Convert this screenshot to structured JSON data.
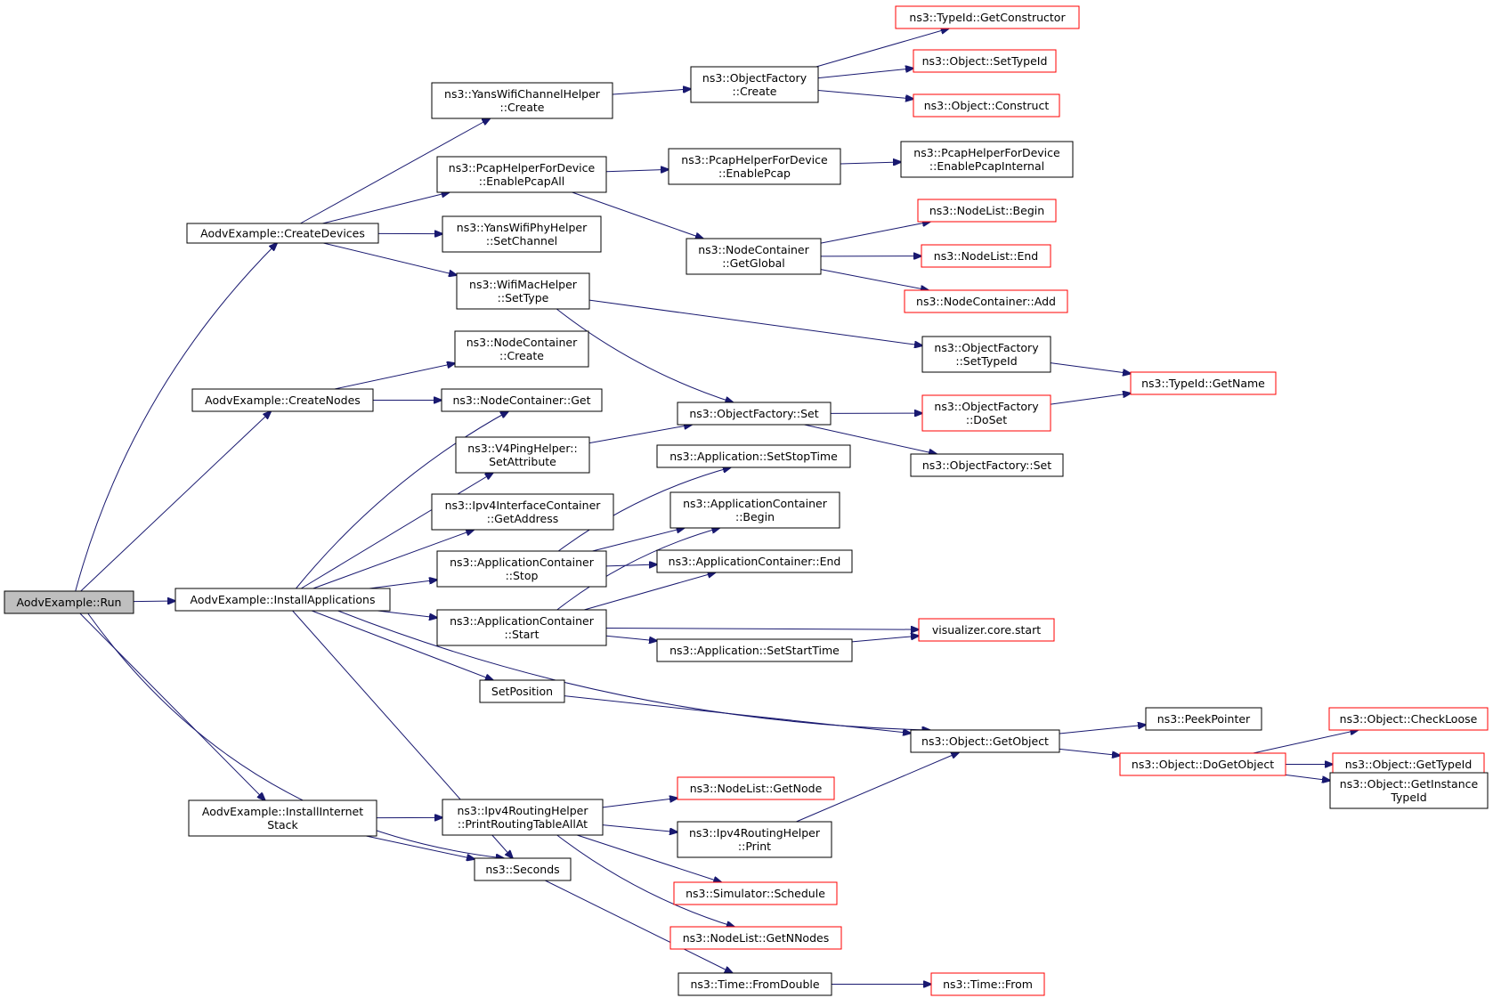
{
  "nodes": [
    {
      "id": "n_run",
      "lines": [
        "AodvExample::Run"
      ],
      "style": "root"
    },
    {
      "id": "n_createDevices",
      "lines": [
        "AodvExample::CreateDevices"
      ],
      "style": "black"
    },
    {
      "id": "n_createNodes",
      "lines": [
        "AodvExample::CreateNodes"
      ],
      "style": "black"
    },
    {
      "id": "n_installApps",
      "lines": [
        "AodvExample::InstallApplications"
      ],
      "style": "black"
    },
    {
      "id": "n_installStack",
      "lines": [
        "AodvExample::InstallInternet",
        "Stack"
      ],
      "style": "black"
    },
    {
      "id": "n_seconds",
      "lines": [
        "ns3::Seconds"
      ],
      "style": "black"
    },
    {
      "id": "n_yansChan",
      "lines": [
        "ns3::YansWifiChannelHelper",
        "::Create"
      ],
      "style": "black"
    },
    {
      "id": "n_pcapAll",
      "lines": [
        "ns3::PcapHelperForDevice",
        "::EnablePcapAll"
      ],
      "style": "black"
    },
    {
      "id": "n_yansPhy",
      "lines": [
        "ns3::YansWifiPhyHelper",
        "::SetChannel"
      ],
      "style": "black"
    },
    {
      "id": "n_wifiMac",
      "lines": [
        "ns3::WifiMacHelper",
        "::SetType"
      ],
      "style": "black"
    },
    {
      "id": "n_ofCreate",
      "lines": [
        "ns3::ObjectFactory",
        "::Create"
      ],
      "style": "black"
    },
    {
      "id": "n_getCtor",
      "lines": [
        "ns3::TypeId::GetConstructor"
      ],
      "style": "red"
    },
    {
      "id": "n_setTypeId",
      "lines": [
        "ns3::Object::SetTypeId"
      ],
      "style": "red"
    },
    {
      "id": "n_construct",
      "lines": [
        "ns3::Object::Construct"
      ],
      "style": "red"
    },
    {
      "id": "n_enablePcap",
      "lines": [
        "ns3::PcapHelperForDevice",
        "::EnablePcap"
      ],
      "style": "black"
    },
    {
      "id": "n_enablePcapInt",
      "lines": [
        "ns3::PcapHelperForDevice",
        "::EnablePcapInternal"
      ],
      "style": "black"
    },
    {
      "id": "n_getGlobal",
      "lines": [
        "ns3::NodeContainer",
        "::GetGlobal"
      ],
      "style": "black"
    },
    {
      "id": "n_nlBegin",
      "lines": [
        "ns3::NodeList::Begin"
      ],
      "style": "red"
    },
    {
      "id": "n_nlEnd",
      "lines": [
        "ns3::NodeList::End"
      ],
      "style": "red"
    },
    {
      "id": "n_ncAdd",
      "lines": [
        "ns3::NodeContainer::Add"
      ],
      "style": "red"
    },
    {
      "id": "n_ofSetTypeId",
      "lines": [
        "ns3::ObjectFactory",
        "::SetTypeId"
      ],
      "style": "black"
    },
    {
      "id": "n_getName",
      "lines": [
        "ns3::TypeId::GetName"
      ],
      "style": "red"
    },
    {
      "id": "n_ncCreate",
      "lines": [
        "ns3::NodeContainer",
        "::Create"
      ],
      "style": "black"
    },
    {
      "id": "n_ncGet",
      "lines": [
        "ns3::NodeContainer::Get"
      ],
      "style": "black"
    },
    {
      "id": "n_ofSet",
      "lines": [
        "ns3::ObjectFactory::Set"
      ],
      "style": "black"
    },
    {
      "id": "n_ofDoSet",
      "lines": [
        "ns3::ObjectFactory",
        "::DoSet"
      ],
      "style": "red"
    },
    {
      "id": "n_ofSet2",
      "lines": [
        "ns3::ObjectFactory::Set"
      ],
      "style": "black"
    },
    {
      "id": "n_v4ping",
      "lines": [
        "ns3::V4PingHelper::",
        "SetAttribute"
      ],
      "style": "black"
    },
    {
      "id": "n_ipv4Addr",
      "lines": [
        "ns3::Ipv4InterfaceContainer",
        "::GetAddress"
      ],
      "style": "black"
    },
    {
      "id": "n_acStop",
      "lines": [
        "ns3::ApplicationContainer",
        "::Stop"
      ],
      "style": "black"
    },
    {
      "id": "n_acStart",
      "lines": [
        "ns3::ApplicationContainer",
        "::Start"
      ],
      "style": "black"
    },
    {
      "id": "n_setStopTime",
      "lines": [
        "ns3::Application::SetStopTime"
      ],
      "style": "black"
    },
    {
      "id": "n_acBegin",
      "lines": [
        "ns3::ApplicationContainer",
        "::Begin"
      ],
      "style": "black"
    },
    {
      "id": "n_acEnd",
      "lines": [
        "ns3::ApplicationContainer::End"
      ],
      "style": "black"
    },
    {
      "id": "n_vizStart",
      "lines": [
        "visualizer.core.start"
      ],
      "style": "red"
    },
    {
      "id": "n_setStartTime",
      "lines": [
        "ns3::Application::SetStartTime"
      ],
      "style": "black"
    },
    {
      "id": "n_setPosition",
      "lines": [
        "SetPosition"
      ],
      "style": "black"
    },
    {
      "id": "n_getObject",
      "lines": [
        "ns3::Object::GetObject"
      ],
      "style": "black"
    },
    {
      "id": "n_peekPtr",
      "lines": [
        "ns3::PeekPointer"
      ],
      "style": "black"
    },
    {
      "id": "n_doGetObject",
      "lines": [
        "ns3::Object::DoGetObject"
      ],
      "style": "red"
    },
    {
      "id": "n_checkLoose",
      "lines": [
        "ns3::Object::CheckLoose"
      ],
      "style": "red"
    },
    {
      "id": "n_getTypeId",
      "lines": [
        "ns3::Object::GetTypeId"
      ],
      "style": "red"
    },
    {
      "id": "n_getInstTypeId",
      "lines": [
        "ns3::Object::GetInstance",
        "TypeId"
      ],
      "style": "black"
    },
    {
      "id": "n_printAllAt",
      "lines": [
        "ns3::Ipv4RoutingHelper",
        "::PrintRoutingTableAllAt"
      ],
      "style": "black"
    },
    {
      "id": "n_getNode",
      "lines": [
        "ns3::NodeList::GetNode"
      ],
      "style": "red"
    },
    {
      "id": "n_print",
      "lines": [
        "ns3::Ipv4RoutingHelper",
        "::Print"
      ],
      "style": "black"
    },
    {
      "id": "n_schedule",
      "lines": [
        "ns3::Simulator::Schedule"
      ],
      "style": "red"
    },
    {
      "id": "n_getNNodes",
      "lines": [
        "ns3::NodeList::GetNNodes"
      ],
      "style": "red"
    },
    {
      "id": "n_fromDouble",
      "lines": [
        "ns3::Time::FromDouble"
      ],
      "style": "black"
    },
    {
      "id": "n_timeFrom",
      "lines": [
        "ns3::Time::From"
      ],
      "style": "red"
    }
  ],
  "colors": {
    "edge": "#191970",
    "red_border": "#ff0000",
    "root_fill": "#bfbfbf"
  }
}
